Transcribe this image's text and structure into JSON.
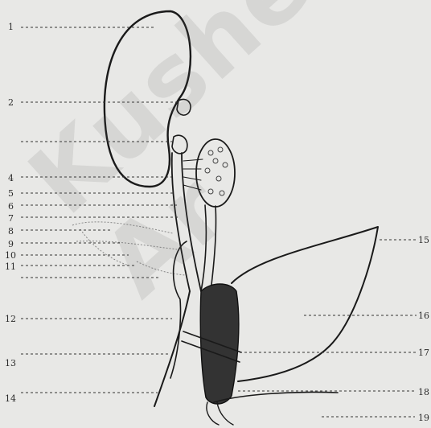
{
  "figure": {
    "labels": [
      "1",
      "2",
      "4",
      "5",
      "6",
      "7",
      "8",
      "9",
      "10",
      "11",
      "12",
      "13",
      "14",
      "15",
      "16",
      "17",
      "18",
      "19"
    ],
    "watermark": "Kusher-Ar"
  }
}
